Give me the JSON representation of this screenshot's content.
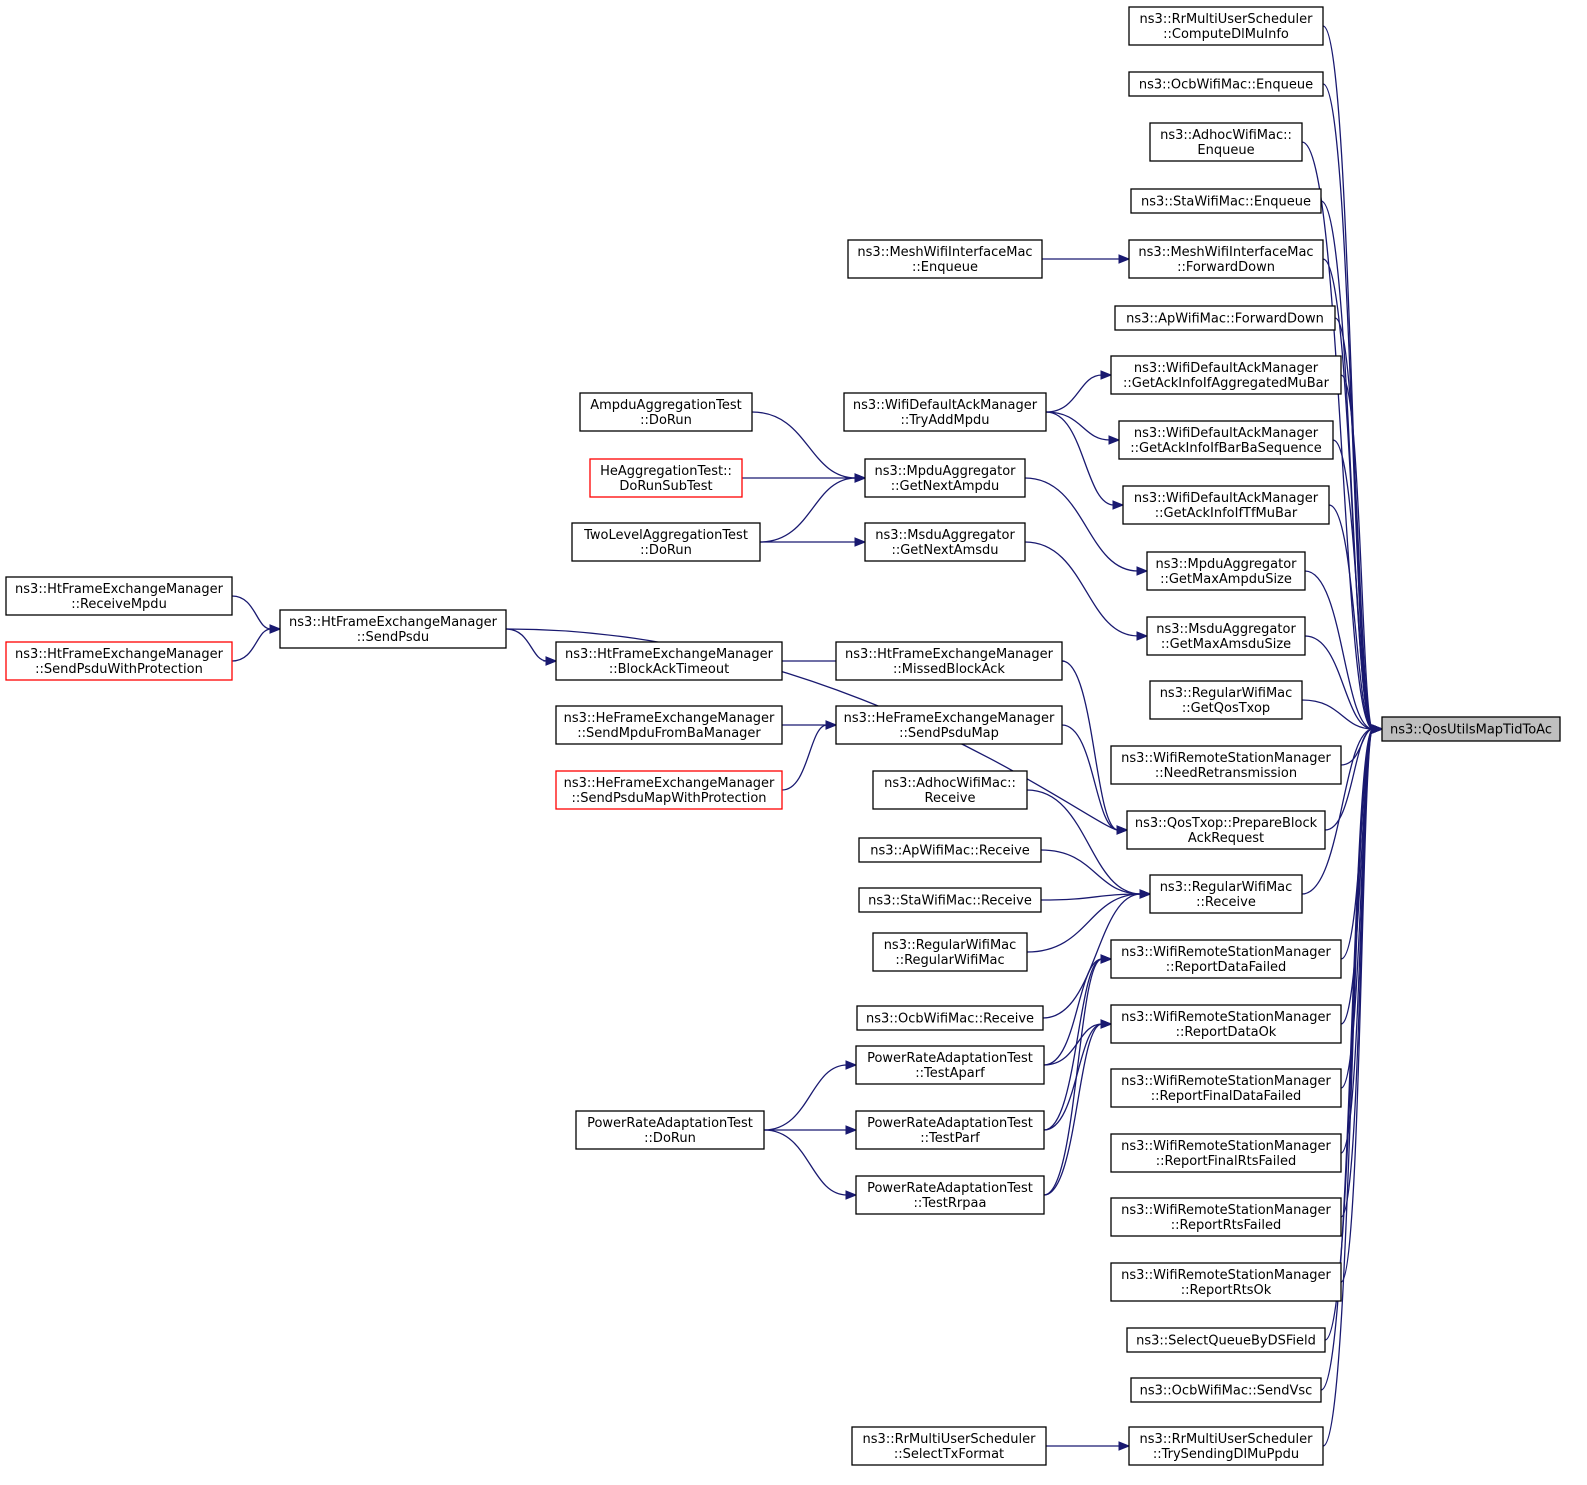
{
  "colors": {
    "edge": "#191970",
    "normal_border": "#000000",
    "truncated_border": "#ff0000",
    "root_fill": "#bfbfbf",
    "node_fill": "#ffffff"
  },
  "nodes": [
    {
      "id": "root",
      "lines": [
        "ns3::QosUtilsMapTidToAc"
      ],
      "kind": "root"
    },
    {
      "id": "computeDlMuInfo",
      "lines": [
        "ns3::RrMultiUserScheduler",
        "::ComputeDlMuInfo"
      ]
    },
    {
      "id": "ocbEnqueue",
      "lines": [
        "ns3::OcbWifiMac::Enqueue"
      ]
    },
    {
      "id": "adhocEnqueue",
      "lines": [
        "ns3::AdhocWifiMac::",
        "Enqueue"
      ]
    },
    {
      "id": "staEnqueue",
      "lines": [
        "ns3::StaWifiMac::Enqueue"
      ]
    },
    {
      "id": "meshForwardDown",
      "lines": [
        "ns3::MeshWifiInterfaceMac",
        "::ForwardDown"
      ]
    },
    {
      "id": "meshEnqueue",
      "lines": [
        "ns3::MeshWifiInterfaceMac",
        "::Enqueue"
      ]
    },
    {
      "id": "apForwardDown",
      "lines": [
        "ns3::ApWifiMac::ForwardDown"
      ]
    },
    {
      "id": "ackMuBar",
      "lines": [
        "ns3::WifiDefaultAckManager",
        "::GetAckInfoIfAggregatedMuBar"
      ]
    },
    {
      "id": "tryAddMpdu",
      "lines": [
        "ns3::WifiDefaultAckManager",
        "::TryAddMpdu"
      ]
    },
    {
      "id": "ackBarBa",
      "lines": [
        "ns3::WifiDefaultAckManager",
        "::GetAckInfoIfBarBaSequence"
      ]
    },
    {
      "id": "ackTfMuBar",
      "lines": [
        "ns3::WifiDefaultAckManager",
        "::GetAckInfoIfTfMuBar"
      ]
    },
    {
      "id": "ampduAggTest",
      "lines": [
        "AmpduAggregationTest",
        "::DoRun"
      ]
    },
    {
      "id": "getNextAmpdu",
      "lines": [
        "ns3::MpduAggregator",
        "::GetNextAmpdu"
      ]
    },
    {
      "id": "heAggTest",
      "lines": [
        "HeAggregationTest::",
        "DoRunSubTest"
      ],
      "kind": "truncated"
    },
    {
      "id": "twoLevelTest",
      "lines": [
        "TwoLevelAggregationTest",
        "::DoRun"
      ]
    },
    {
      "id": "getNextAmsdu",
      "lines": [
        "ns3::MsduAggregator",
        "::GetNextAmsdu"
      ]
    },
    {
      "id": "getMaxAmpdu",
      "lines": [
        "ns3::MpduAggregator",
        "::GetMaxAmpduSize"
      ]
    },
    {
      "id": "getMaxAmsdu",
      "lines": [
        "ns3::MsduAggregator",
        "::GetMaxAmsduSize"
      ]
    },
    {
      "id": "receiveMpdu",
      "lines": [
        "ns3::HtFrameExchangeManager",
        "::ReceiveMpdu"
      ]
    },
    {
      "id": "sendPsdu",
      "lines": [
        "ns3::HtFrameExchangeManager",
        "::SendPsdu"
      ]
    },
    {
      "id": "sendPsduProt",
      "lines": [
        "ns3::HtFrameExchangeManager",
        "::SendPsduWithProtection"
      ],
      "kind": "truncated"
    },
    {
      "id": "blockAckTimeout",
      "lines": [
        "ns3::HtFrameExchangeManager",
        "::BlockAckTimeout"
      ]
    },
    {
      "id": "missedBlockAck",
      "lines": [
        "ns3::HtFrameExchangeManager",
        "::MissedBlockAck"
      ]
    },
    {
      "id": "getQosTxop",
      "lines": [
        "ns3::RegularWifiMac",
        "::GetQosTxop"
      ]
    },
    {
      "id": "sendMpduFromBa",
      "lines": [
        "ns3::HeFrameExchangeManager",
        "::SendMpduFromBaManager"
      ]
    },
    {
      "id": "sendPsduMap",
      "lines": [
        "ns3::HeFrameExchangeManager",
        "::SendPsduMap"
      ]
    },
    {
      "id": "sendPsduMapProt",
      "lines": [
        "ns3::HeFrameExchangeManager",
        "::SendPsduMapWithProtection"
      ],
      "kind": "truncated"
    },
    {
      "id": "needRetrans",
      "lines": [
        "ns3::WifiRemoteStationManager",
        "::NeedRetransmission"
      ]
    },
    {
      "id": "adhocReceive",
      "lines": [
        "ns3::AdhocWifiMac::",
        "Receive"
      ]
    },
    {
      "id": "prepareBar",
      "lines": [
        "ns3::QosTxop::PrepareBlock",
        "AckRequest"
      ]
    },
    {
      "id": "apReceive",
      "lines": [
        "ns3::ApWifiMac::Receive"
      ]
    },
    {
      "id": "regularReceive",
      "lines": [
        "ns3::RegularWifiMac",
        "::Receive"
      ]
    },
    {
      "id": "staReceive",
      "lines": [
        "ns3::StaWifiMac::Receive"
      ]
    },
    {
      "id": "regularCtor",
      "lines": [
        "ns3::RegularWifiMac",
        "::RegularWifiMac"
      ]
    },
    {
      "id": "reportDataFailed",
      "lines": [
        "ns3::WifiRemoteStationManager",
        "::ReportDataFailed"
      ]
    },
    {
      "id": "ocbReceive",
      "lines": [
        "ns3::OcbWifiMac::Receive"
      ]
    },
    {
      "id": "reportDataOk",
      "lines": [
        "ns3::WifiRemoteStationManager",
        "::ReportDataOk"
      ]
    },
    {
      "id": "testAparf",
      "lines": [
        "PowerRateAdaptationTest",
        "::TestAparf"
      ]
    },
    {
      "id": "reportFinalData",
      "lines": [
        "ns3::WifiRemoteStationManager",
        "::ReportFinalDataFailed"
      ]
    },
    {
      "id": "prDoRun",
      "lines": [
        "PowerRateAdaptationTest",
        "::DoRun"
      ]
    },
    {
      "id": "testParf",
      "lines": [
        "PowerRateAdaptationTest",
        "::TestParf"
      ]
    },
    {
      "id": "reportFinalRts",
      "lines": [
        "ns3::WifiRemoteStationManager",
        "::ReportFinalRtsFailed"
      ]
    },
    {
      "id": "testRrpaa",
      "lines": [
        "PowerRateAdaptationTest",
        "::TestRrpaa"
      ]
    },
    {
      "id": "reportRtsFailed",
      "lines": [
        "ns3::WifiRemoteStationManager",
        "::ReportRtsFailed"
      ]
    },
    {
      "id": "reportRtsOk",
      "lines": [
        "ns3::WifiRemoteStationManager",
        "::ReportRtsOk"
      ]
    },
    {
      "id": "selectQueue",
      "lines": [
        "ns3::SelectQueueByDSField"
      ]
    },
    {
      "id": "ocbSendVsc",
      "lines": [
        "ns3::OcbWifiMac::SendVsc"
      ]
    },
    {
      "id": "selectTxFormat",
      "lines": [
        "ns3::RrMultiUserScheduler",
        "::SelectTxFormat"
      ]
    },
    {
      "id": "trySendingDlMu",
      "lines": [
        "ns3::RrMultiUserScheduler",
        "::TrySendingDlMuPpdu"
      ]
    }
  ],
  "edges": [
    [
      "computeDlMuInfo",
      "root"
    ],
    [
      "ocbEnqueue",
      "root"
    ],
    [
      "adhocEnqueue",
      "root"
    ],
    [
      "staEnqueue",
      "root"
    ],
    [
      "meshForwardDown",
      "root"
    ],
    [
      "meshEnqueue",
      "meshForwardDown"
    ],
    [
      "apForwardDown",
      "root"
    ],
    [
      "ackMuBar",
      "root"
    ],
    [
      "tryAddMpdu",
      "ackMuBar"
    ],
    [
      "ackBarBa",
      "root"
    ],
    [
      "tryAddMpdu",
      "ackBarBa"
    ],
    [
      "ackTfMuBar",
      "root"
    ],
    [
      "tryAddMpdu",
      "ackTfMuBar"
    ],
    [
      "getMaxAmpdu",
      "root"
    ],
    [
      "getNextAmpdu",
      "getMaxAmpdu"
    ],
    [
      "ampduAggTest",
      "getNextAmpdu"
    ],
    [
      "heAggTest",
      "getNextAmpdu"
    ],
    [
      "twoLevelTest",
      "getNextAmpdu"
    ],
    [
      "getMaxAmsdu",
      "root"
    ],
    [
      "getNextAmsdu",
      "getMaxAmsdu"
    ],
    [
      "twoLevelTest",
      "getNextAmsdu"
    ],
    [
      "getQosTxop",
      "root"
    ],
    [
      "needRetrans",
      "root"
    ],
    [
      "prepareBar",
      "root"
    ],
    [
      "sendPsdu",
      "prepareBar"
    ],
    [
      "missedBlockAck",
      "prepareBar"
    ],
    [
      "sendPsduMap",
      "prepareBar"
    ],
    [
      "receiveMpdu",
      "sendPsdu"
    ],
    [
      "sendPsduProt",
      "sendPsdu"
    ],
    [
      "sendPsdu",
      "blockAckTimeout"
    ],
    [
      "missedBlockAck",
      "blockAckTimeout"
    ],
    [
      "sendMpduFromBa",
      "sendPsduMap"
    ],
    [
      "sendPsduMapProt",
      "sendPsduMap"
    ],
    [
      "regularReceive",
      "root"
    ],
    [
      "adhocReceive",
      "regularReceive"
    ],
    [
      "apReceive",
      "regularReceive"
    ],
    [
      "staReceive",
      "regularReceive"
    ],
    [
      "regularCtor",
      "regularReceive"
    ],
    [
      "ocbReceive",
      "regularReceive"
    ],
    [
      "reportDataFailed",
      "root"
    ],
    [
      "testAparf",
      "reportDataFailed"
    ],
    [
      "testParf",
      "reportDataFailed"
    ],
    [
      "testRrpaa",
      "reportDataFailed"
    ],
    [
      "reportDataOk",
      "root"
    ],
    [
      "testAparf",
      "reportDataOk"
    ],
    [
      "testParf",
      "reportDataOk"
    ],
    [
      "testRrpaa",
      "reportDataOk"
    ],
    [
      "prDoRun",
      "testAparf"
    ],
    [
      "prDoRun",
      "testParf"
    ],
    [
      "prDoRun",
      "testRrpaa"
    ],
    [
      "reportFinalData",
      "root"
    ],
    [
      "reportFinalRts",
      "root"
    ],
    [
      "reportRtsFailed",
      "root"
    ],
    [
      "reportRtsOk",
      "root"
    ],
    [
      "selectQueue",
      "root"
    ],
    [
      "ocbSendVsc",
      "root"
    ],
    [
      "trySendingDlMu",
      "root"
    ],
    [
      "selectTxFormat",
      "trySendingDlMu"
    ]
  ]
}
